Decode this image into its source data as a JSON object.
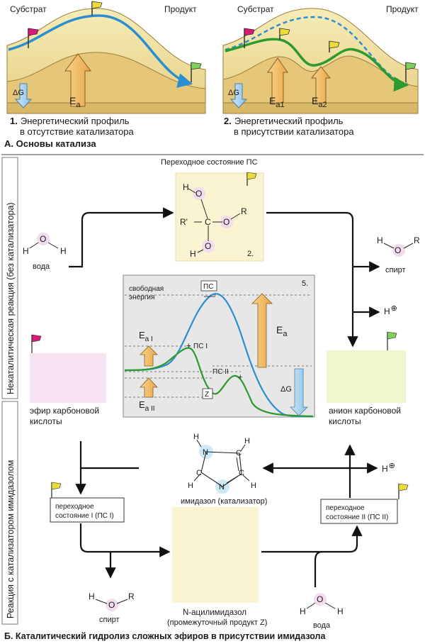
{
  "panel_a": {
    "p1_substrate": "Субстрат",
    "p1_product": "Продукт",
    "p2_substrate": "Субстрат",
    "p2_product": "Продукт",
    "dg": "ΔG",
    "ea": "E",
    "ea_sub": "a",
    "ea1_sub": "a1",
    "ea2_sub": "a2",
    "cap1_num": "1.",
    "cap1_l1": "Энергетический профиль",
    "cap1_l2": "в отсутствие катализатора",
    "cap2_num": "2.",
    "cap2_l1": "Энергетический профиль",
    "cap2_l2": "в присутствии катализатора",
    "title": "А. Основы катализа"
  },
  "panel_b": {
    "side_top": "Некаталитическая реакция (без катализатора)",
    "side_bottom": "Реакция с катализатором имидазолом",
    "ts_title": "Переходное состояние ПС",
    "ts_num": "2.",
    "water_top": "вода",
    "water_bottom": "вода",
    "alcohol_right": "спирт",
    "alcohol_bottom": "спирт",
    "proton": "H",
    "ester_l1": "эфир карбоновой",
    "ester_l2": "кислоты",
    "anion_l1": "анион карбоновой",
    "anion_l2": "кислоты",
    "imidazole": "имидазол (катализатор)",
    "ts1_l1": "переходное",
    "ts1_l2": "состояние I (ПС I)",
    "ts2_l1": "переходное",
    "ts2_l2": "состояние II (ПС II)",
    "acyl_l1": "N-ацилимидазол",
    "acyl_l2": "(промежуточный продукт Z)",
    "title": "Б. Каталитический гидролиз сложных эфиров в присутствии имидазола"
  },
  "energy_plot": {
    "label_l1": "свободная",
    "label_l2": "энергия",
    "num": "5.",
    "ts": "ПС",
    "ts1": "ПС I",
    "ts2": "ПС II",
    "z": "Z",
    "ea": "E",
    "ea_sub": "a",
    "ea1_sub": "a I",
    "ea2_sub": "a II",
    "dg": "ΔG"
  },
  "atoms": {
    "H": "H",
    "O": "O",
    "R": "R",
    "Rp": "R'",
    "C": "C",
    "N": "N"
  },
  "colors": {
    "uncatalyzed": "#2a8fd0",
    "catalyzed": "#2e9a2e",
    "paper": "#f3e6a6",
    "flag_substrate": "#d81b7a",
    "flag_ts": "#ecdc3a",
    "flag_product": "#7fcf5a",
    "ester_box": "#f7e3f2",
    "anion_box": "#eef6cd",
    "ts_box": "#fbf4d2"
  }
}
